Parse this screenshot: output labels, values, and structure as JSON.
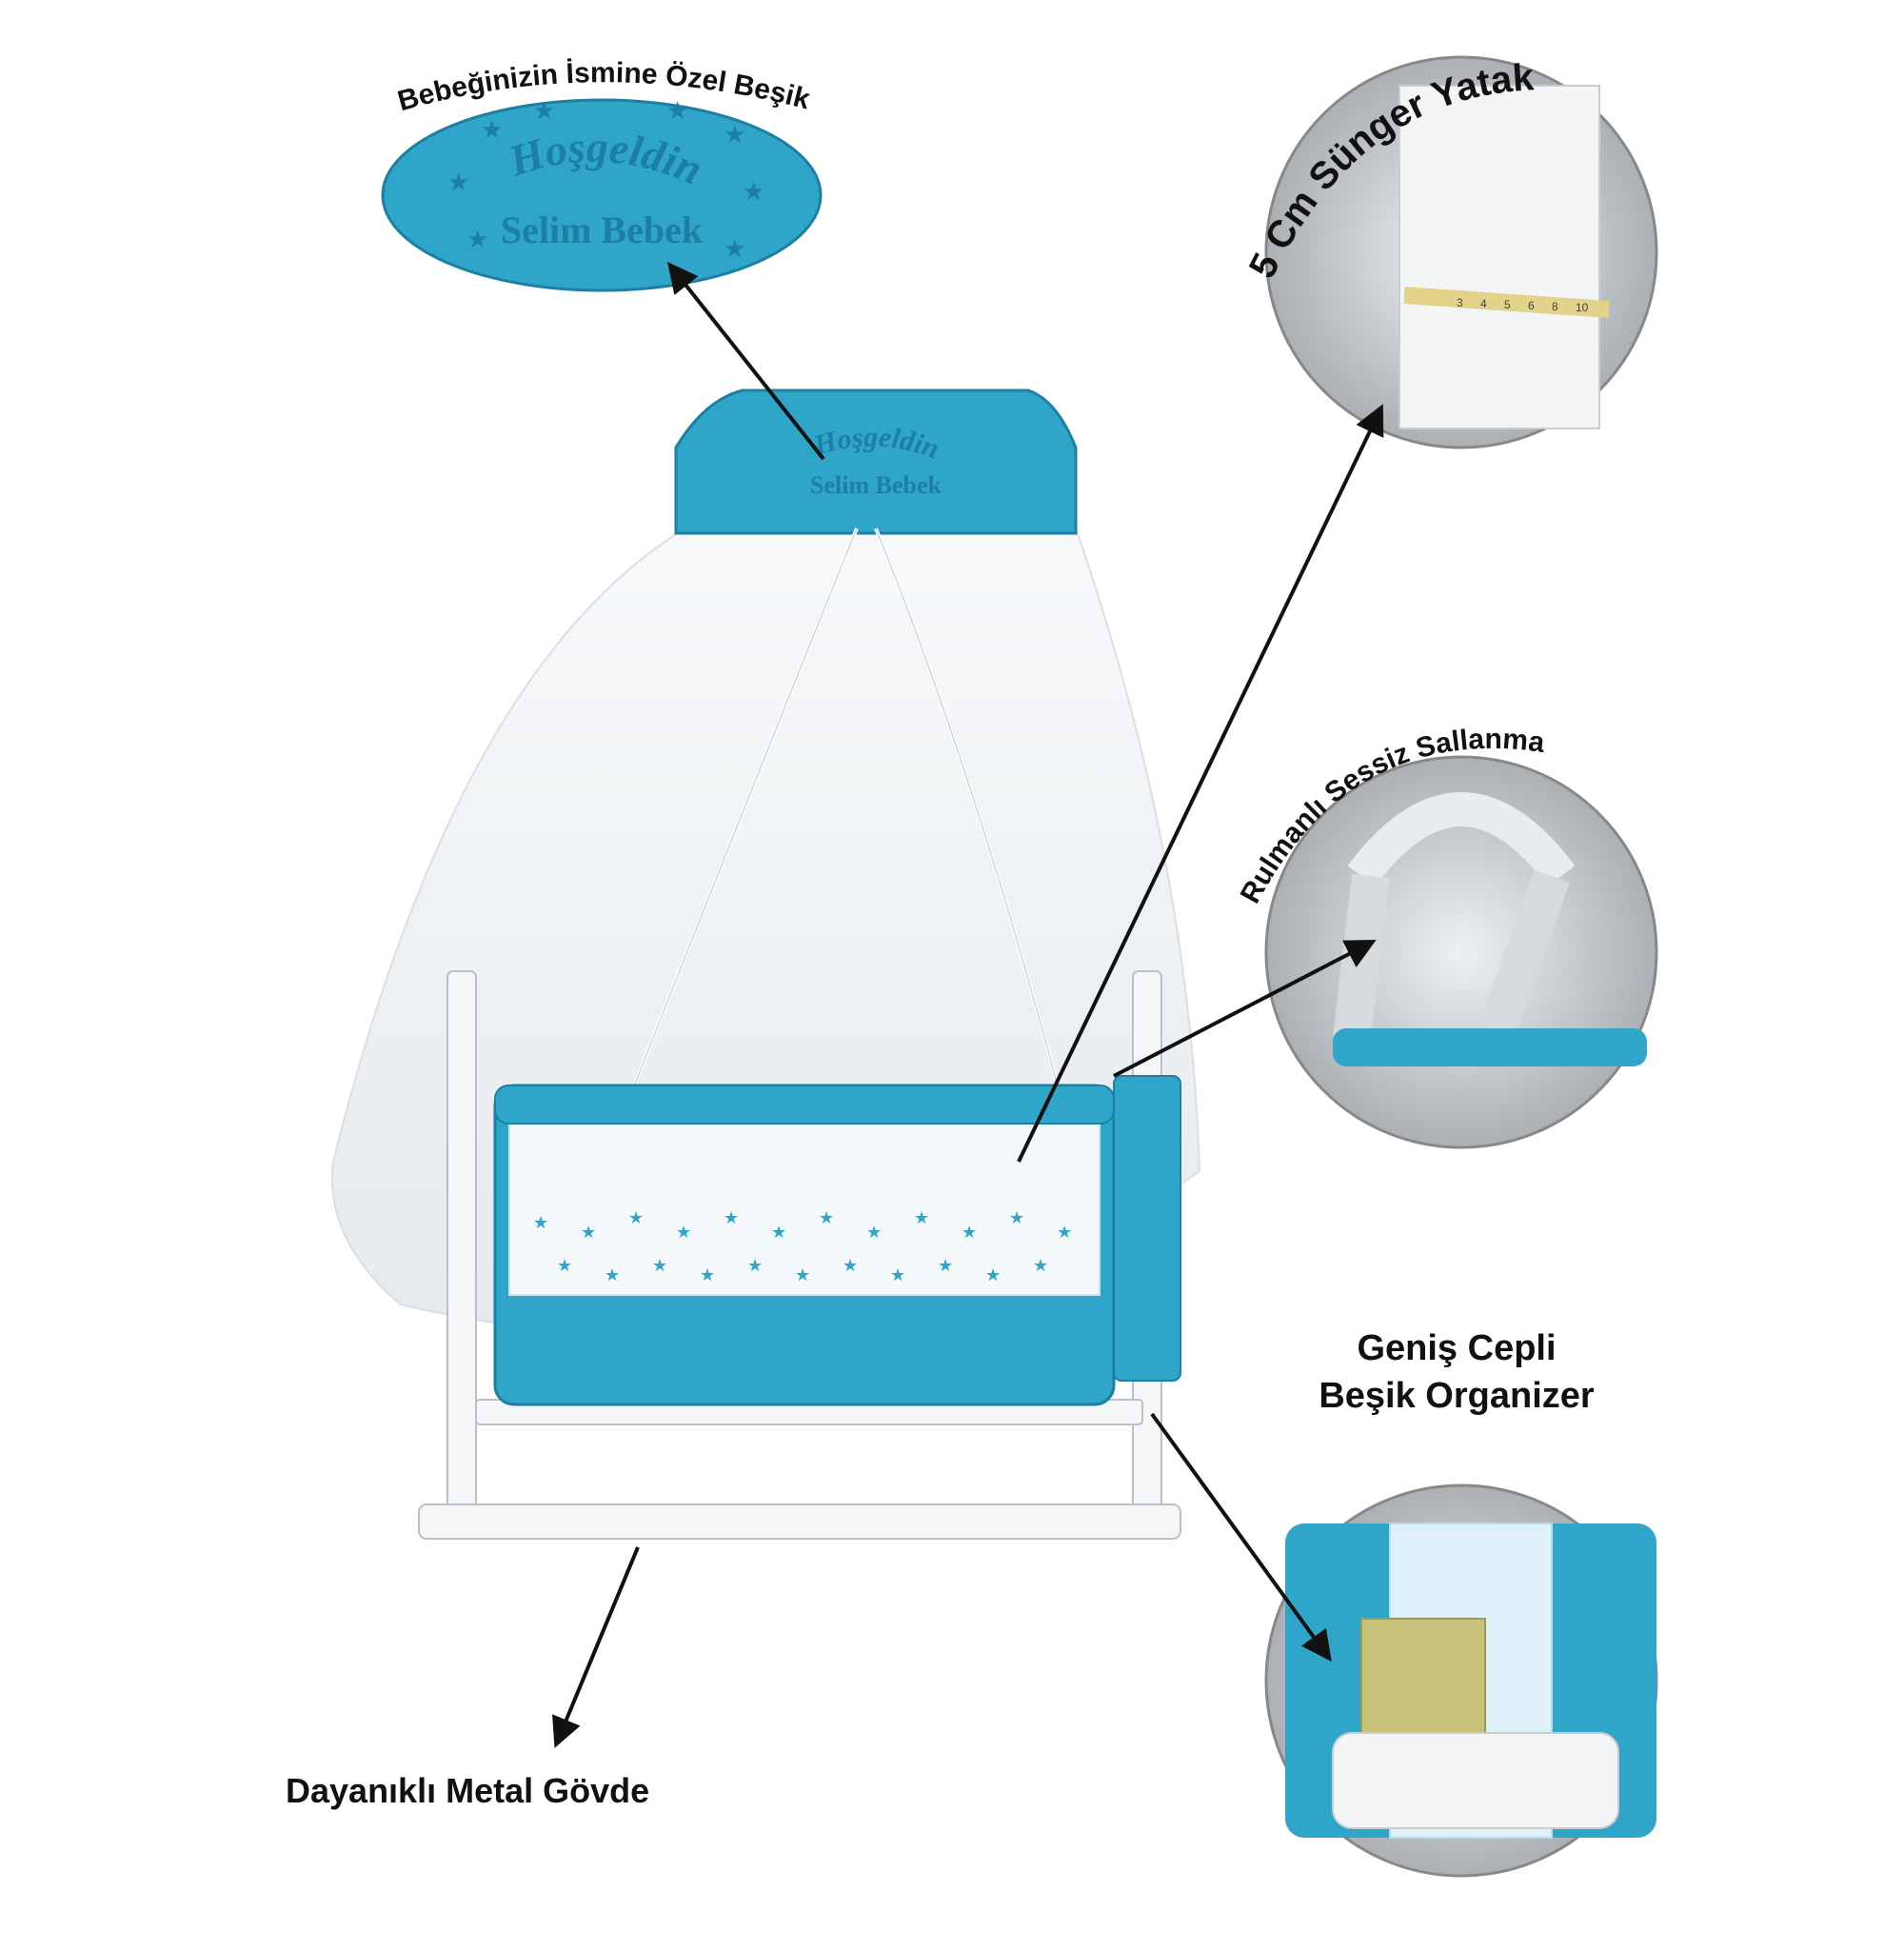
{
  "callouts": {
    "name_crib": "Bebeğinizin İsmine Özel Beşik",
    "sponge_mattress": "5 Cm Sünger Yatak",
    "silent_swing": "Rulmanlı Sessiz Sallanma",
    "organizer_line1": "Geniş Cepli",
    "organizer_line2": "Beşik Organizer",
    "metal_body": "Dayanıklı Metal Gövde"
  },
  "embroidery": {
    "line1": "Hoşgeldin",
    "line2": "Selim Bebek"
  },
  "colors": {
    "accent_blue": "#2fa6c9",
    "dark_blue": "#1c7fa3",
    "frame_white": "#f4f6f8",
    "net": "#e9eef2",
    "text": "#111111"
  }
}
